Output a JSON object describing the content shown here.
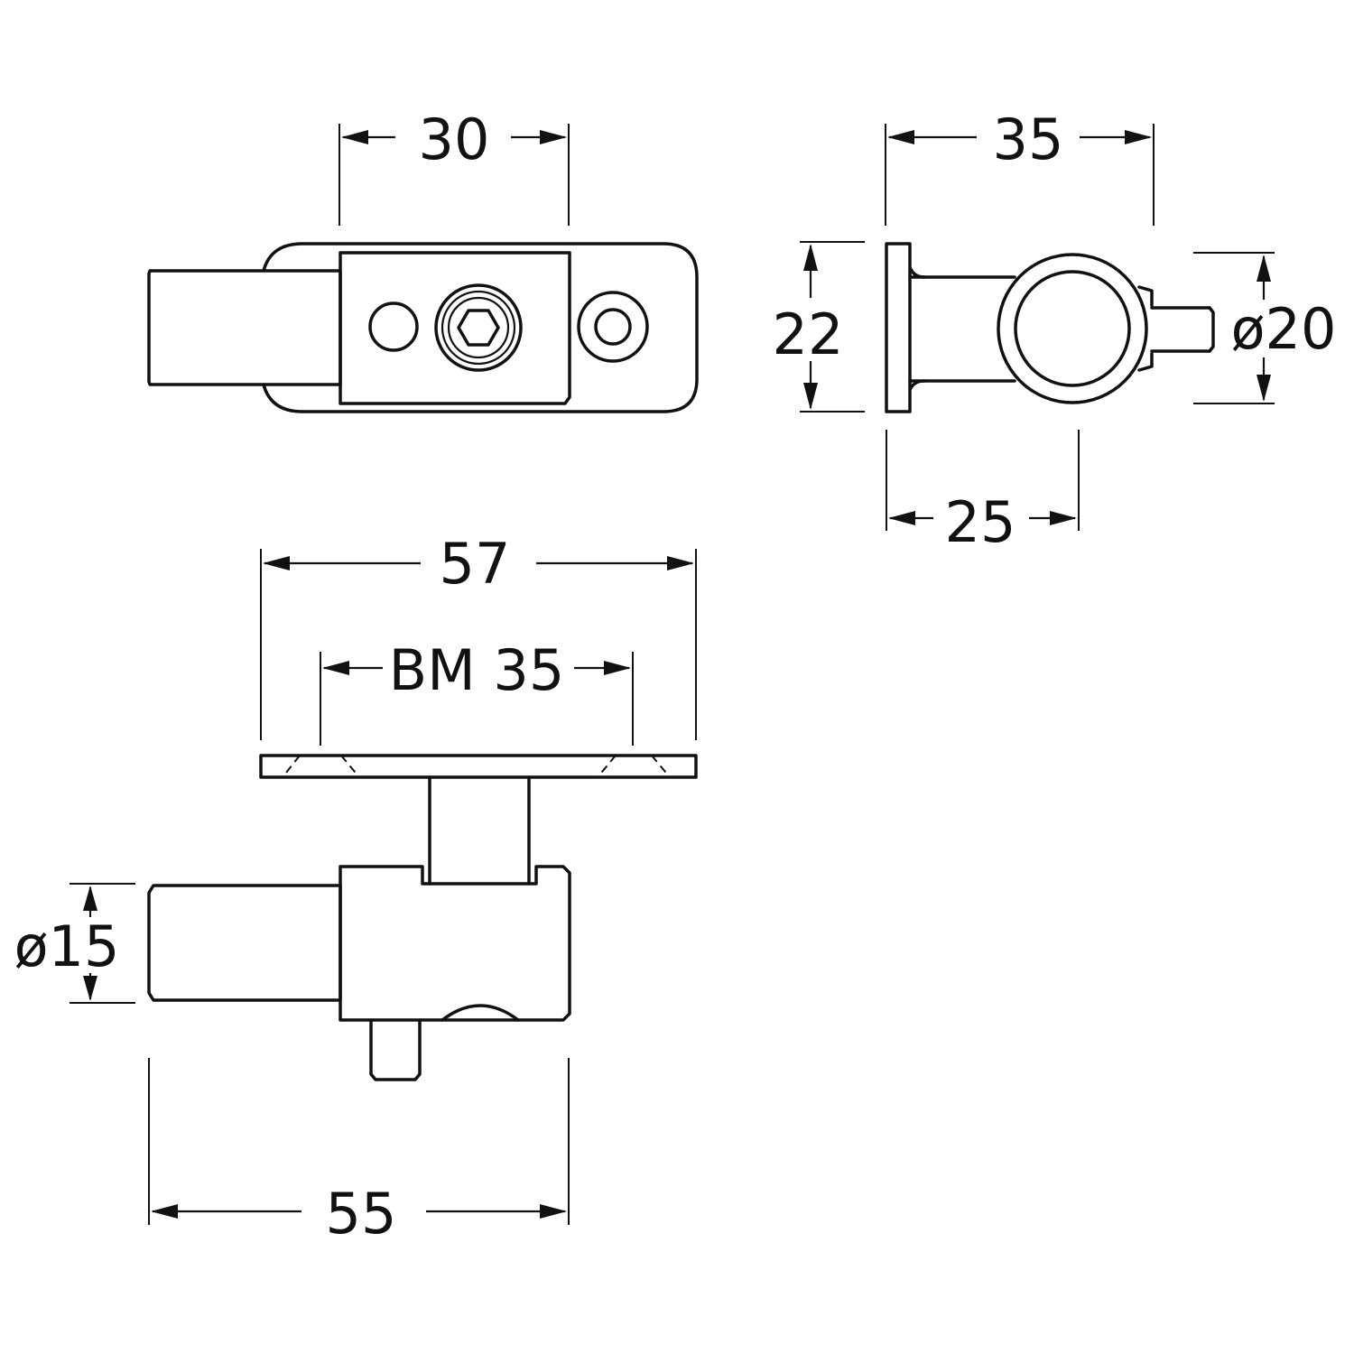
{
  "dimensions": {
    "top_width": "30",
    "side_overall": "35",
    "side_height": "22",
    "side_diameter": "ø20",
    "side_offset": "25",
    "front_overall": "57",
    "front_bm": "BM 35",
    "front_diameter": "ø15",
    "front_length": "55"
  },
  "colors": {
    "line": "#111111",
    "background": "#ffffff"
  }
}
